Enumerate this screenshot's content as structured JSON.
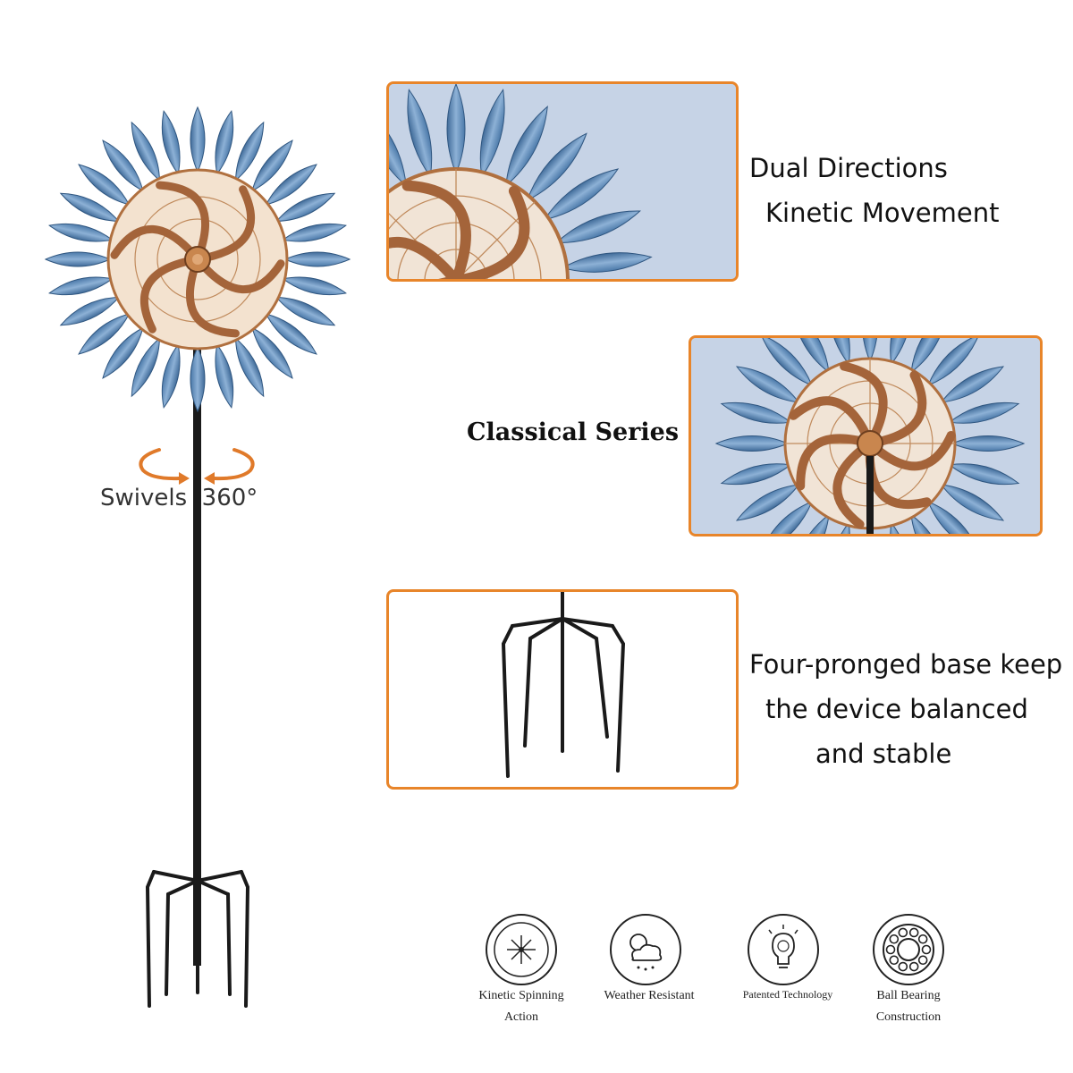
{
  "swivel": {
    "label": "Swivels  360°"
  },
  "features": [
    {
      "lines": [
        "Dual Directions",
        "Kinetic Movement"
      ]
    },
    {
      "lines": [
        "Classical Series"
      ]
    },
    {
      "lines": [
        "Four-pronged base keep",
        "the device balanced",
        "and stable"
      ]
    }
  ],
  "badges": [
    {
      "icon": "kinetic-spinning-icon",
      "lines": [
        "Kinetic Spinning",
        "Action"
      ]
    },
    {
      "icon": "weather-resistant-icon",
      "lines": [
        "Weather Resistant"
      ]
    },
    {
      "icon": "patented-technology-icon",
      "lines": [
        "Patented Technology"
      ]
    },
    {
      "icon": "ball-bearing-icon",
      "lines": [
        "Ball Bearing",
        "Construction"
      ]
    }
  ],
  "colors": {
    "accent": "#e8852a",
    "petal": "#5f88b4",
    "copper": "#b0703f",
    "pole": "#1a1a1a",
    "panel_bg": "#c6d3e6"
  }
}
